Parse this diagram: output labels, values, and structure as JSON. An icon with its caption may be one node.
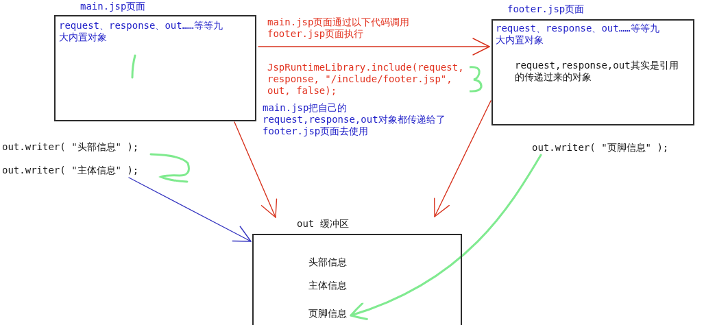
{
  "diagram": {
    "nodes": [
      {
        "text": [
          "main.jsp页面",
          "request、response、out……等等九大内置对象"
        ]
      },
      {
        "text": [
          "footer.jsp页面",
          "request、response、out……等等九大内置对象",
          "request,response,out其实是引用的传递过来的对象"
        ]
      },
      {
        "text": [
          "out.writer( \"头部信息\" );"
        ]
      },
      {
        "text": [
          "out.writer( \"主体信息\" );"
        ]
      },
      {
        "text": [
          "out.writer( \"页脚信息\" );"
        ]
      },
      {
        "text": [
          "out 缓冲区"
        ]
      },
      {
        "text": [
          "头部信息"
        ],
        "in": 5
      },
      {
        "text": [
          "主体信息"
        ],
        "in": 5
      },
      {
        "text": [
          "页脚信息"
        ],
        "in": 5
      }
    ],
    "edges": [
      {
        "from": 0,
        "to": 1,
        "arrow": "to",
        "label": "main.jsp页面通过以下代码调用footer.jsp页面执行"
      },
      {
        "from": 0,
        "to": 5,
        "arrow": "to"
      },
      {
        "from": 1,
        "to": 5,
        "arrow": "to"
      },
      {
        "from": 3,
        "to": 5,
        "arrow": "to",
        "color": "#3535c0"
      },
      {
        "from": 4,
        "to": 8,
        "arrow": "to",
        "color": "#80ea90",
        "style": "thick"
      }
    ],
    "labels": [
      "JspRuntimeLibrary.include(request, response, \"/include/footer.jsp\", out, false);",
      "main.jsp把自己的request,response,out对象都传递给了footer.jsp页面去使用"
    ]
  }
}
